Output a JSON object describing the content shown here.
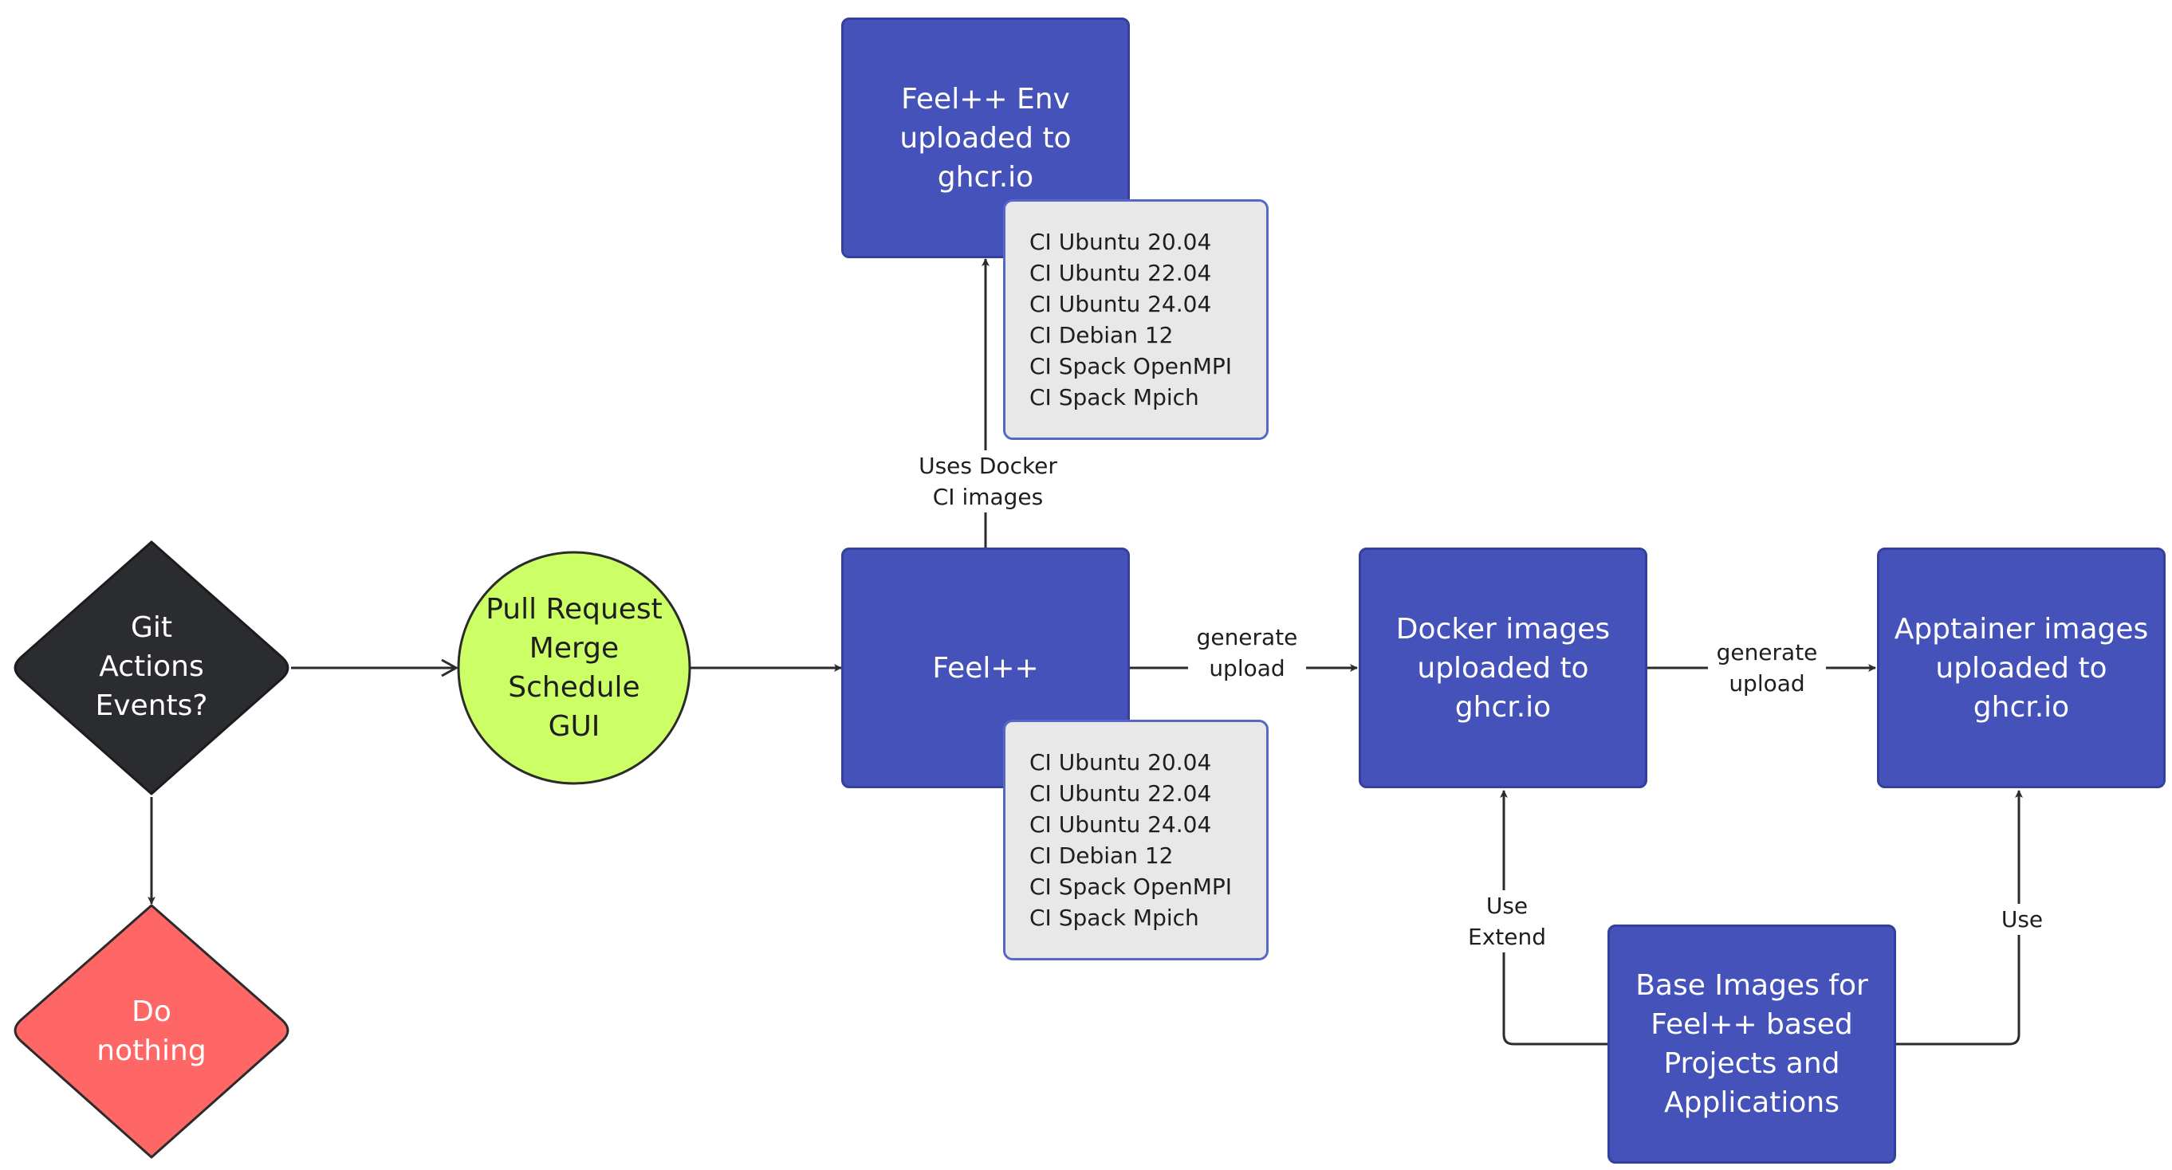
{
  "nodes": {
    "git_events": {
      "lines": [
        "Git",
        "Actions",
        "Events?"
      ],
      "fill": "#2b2c30"
    },
    "do_nothing": {
      "lines": [
        "Do",
        "nothing"
      ],
      "fill": "#ff6666"
    },
    "triggers": {
      "lines": [
        "Pull Request",
        "Merge",
        "Schedule",
        "GUI"
      ],
      "fill": "#ccff66"
    },
    "feelpp": {
      "lines": [
        "Feel++"
      ],
      "fill": "#4452ba"
    },
    "feelpp_env": {
      "lines": [
        "Feel++ Env",
        "uploaded to",
        "ghcr.io"
      ],
      "fill": "#4452ba"
    },
    "docker_images": {
      "lines": [
        "Docker images",
        "uploaded to",
        "ghcr.io"
      ],
      "fill": "#4452ba"
    },
    "apptainer_images": {
      "lines": [
        "Apptainer images",
        "uploaded to",
        "ghcr.io"
      ],
      "fill": "#4452ba"
    },
    "base_images": {
      "lines": [
        "Base Images for",
        "Feel++ based",
        "Projects and",
        "Applications"
      ],
      "fill": "#4452ba"
    }
  },
  "notes": {
    "env_ci_list": [
      "CI Ubuntu 20.04",
      "CI Ubuntu 22.04",
      "CI Ubuntu 24.04",
      "CI Debian 12",
      "CI Spack OpenMPI",
      "CI Spack Mpich"
    ],
    "feelpp_ci_list": [
      "CI Ubuntu 20.04",
      "CI Ubuntu 22.04",
      "CI Ubuntu 24.04",
      "CI Debian 12",
      "CI Spack OpenMPI",
      "CI Spack Mpich"
    ]
  },
  "edge_labels": {
    "uses_docker": [
      "Uses Docker",
      "CI images"
    ],
    "generate_upload_1": [
      "generate",
      "upload"
    ],
    "generate_upload_2": [
      "generate",
      "upload"
    ],
    "use_extend": [
      "Use",
      "Extend"
    ],
    "use": [
      "Use"
    ]
  },
  "colors": {
    "edge": "#2b2b2b",
    "node_blue": "#4452ba",
    "note_fill": "#e8e8e8",
    "note_border": "#5866c8"
  }
}
